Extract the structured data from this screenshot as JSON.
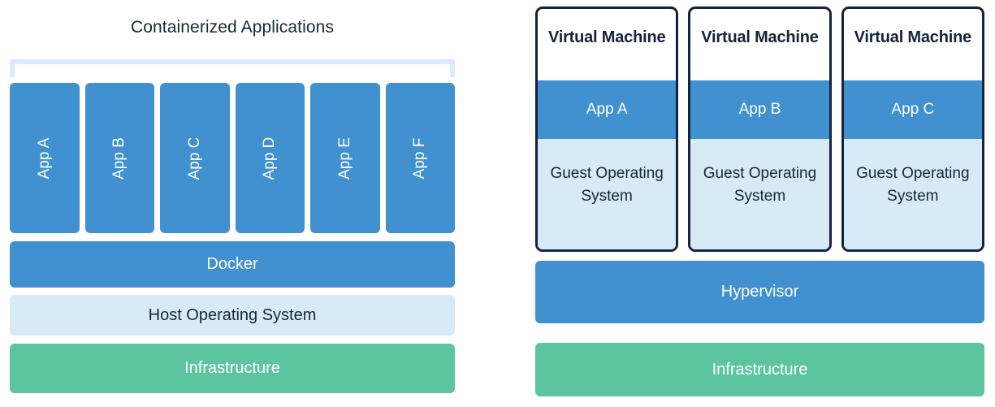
{
  "containers_panel": {
    "title": "Containerized Applications",
    "apps": [
      {
        "label": "App A"
      },
      {
        "label": "App B"
      },
      {
        "label": "App C"
      },
      {
        "label": "App D"
      },
      {
        "label": "App E"
      },
      {
        "label": "App F"
      }
    ],
    "layers": [
      {
        "label": "Docker",
        "color": "#4190cf"
      },
      {
        "label": "Host Operating System",
        "color": "#d6eaf8"
      },
      {
        "label": "Infrastructure",
        "color": "#5dc4a0"
      }
    ]
  },
  "vms_panel": {
    "vms": [
      {
        "title": "Virtual Machine",
        "app": "App A",
        "guest_os": "Guest Operating System"
      },
      {
        "title": "Virtual Machine",
        "app": "App B",
        "guest_os": "Guest Operating System"
      },
      {
        "title": "Virtual Machine",
        "app": "App C",
        "guest_os": "Guest Operating System"
      }
    ],
    "layers": [
      {
        "label": "Hypervisor",
        "color": "#4190cf"
      },
      {
        "label": "Infrastructure",
        "color": "#5dc4a0"
      }
    ]
  },
  "colors": {
    "accent_blue": "#4190cf",
    "light_blue": "#d6eaf8",
    "bracket_blue": "#dbeafe",
    "green": "#5dc4a0",
    "navy": "#16233c",
    "text_dark": "#1a2535",
    "text_light": "#ffffff",
    "background": "#ffffff"
  }
}
